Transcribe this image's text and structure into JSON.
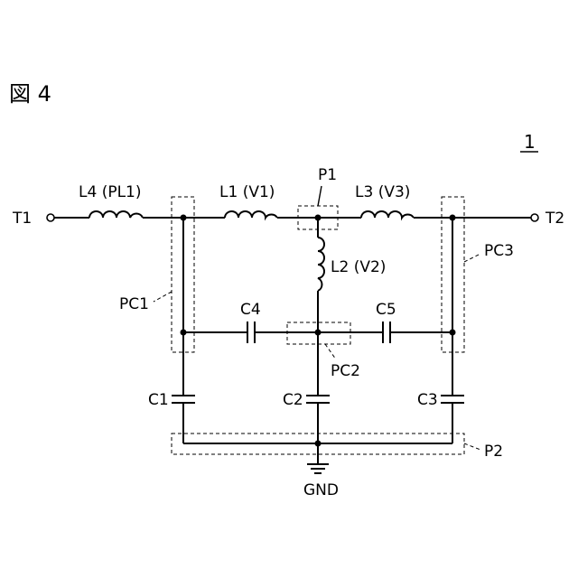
{
  "figure": {
    "title": "図 4",
    "ref": "1"
  },
  "terminals": {
    "t1": "T1",
    "t2": "T2",
    "gnd": "GND"
  },
  "inductors": {
    "l4": "L4 (PL1)",
    "l1": "L1 (V1)",
    "l3": "L3 (V3)",
    "l2": "L2 (V2)"
  },
  "capacitors": {
    "c1": "C1",
    "c2": "C2",
    "c3": "C3",
    "c4": "C4",
    "c5": "C5"
  },
  "regions": {
    "p1": "P1",
    "p2": "P2",
    "pc1": "PC1",
    "pc2": "PC2",
    "pc3": "PC3"
  }
}
